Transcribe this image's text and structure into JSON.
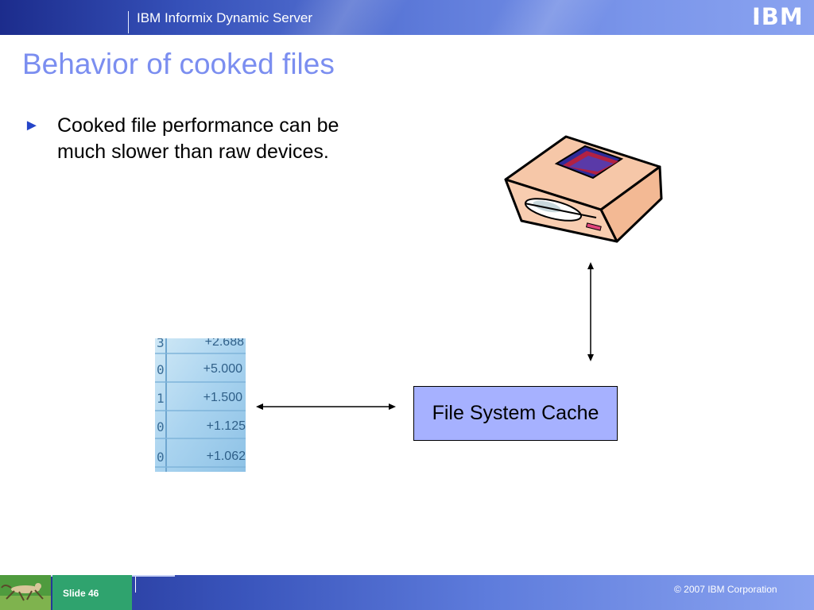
{
  "header": {
    "product_name": "IBM Informix Dynamic Server",
    "logo_text": "IBM"
  },
  "slide": {
    "title": "Behavior of cooked files",
    "bullets": [
      {
        "marker": "►",
        "text": "Cooked file performance can be much slower than raw devices."
      }
    ]
  },
  "diagram": {
    "cache_label": "File System Cache",
    "spreadsheet_values": [
      "+2.688",
      "+5.000",
      "+1.500",
      "+1.125",
      "+1.062"
    ],
    "spreadsheet_left_digits": [
      "3",
      "0",
      "1",
      "0",
      "0"
    ]
  },
  "footer": {
    "slide_number": "Slide 46",
    "copyright": "© 2007 IBM Corporation"
  },
  "icons": {
    "drive": "disk-drive-icon",
    "cheetah": "cheetah-logo-icon",
    "bullet": "triangle-bullet-icon"
  },
  "colors": {
    "title": "#7b8ef0",
    "cache_box": "#a6b1ff",
    "header_dark": "#1c2c8c",
    "header_light": "#8aa3f0",
    "slide_box": "#2fa36e"
  }
}
